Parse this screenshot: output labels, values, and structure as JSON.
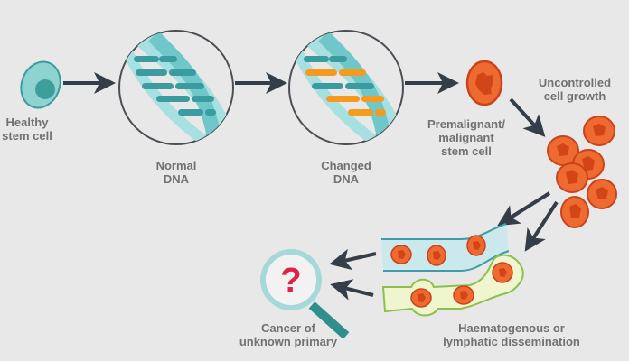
{
  "title": "Cancer of unknown primary – pathway diagram",
  "colors": {
    "background": "#e8e8e8",
    "arrow": "#333e48",
    "text": "#707173",
    "teal": "#6fc7c9",
    "teal_dark": "#3a9c9e",
    "teal_light": "#a7e0e0",
    "orange_gene": "#f39a1f",
    "cell_red": "#ee6a30",
    "cell_border": "#c9441a",
    "nucleus": "#d14516",
    "vessel_blue": "#cbe9ec",
    "vessel_blue_border": "#3e9ea8",
    "vessel_green": "#eef5cf",
    "vessel_green_border": "#8dc04a",
    "question": "#e0204a",
    "magnifier_handle": "#2f8f8d"
  },
  "nodes": {
    "healthy_cell": {
      "label_line1": "Healthy",
      "label_line2": "stem cell"
    },
    "normal_dna": {
      "label_line1": "Normal",
      "label_line2": "DNA"
    },
    "changed_dna": {
      "label_line1": "Changed",
      "label_line2": "DNA"
    },
    "malignant_cell": {
      "label_line1": "Premalignant/",
      "label_line2": "malignant",
      "label_line3": "stem cell"
    },
    "growth": {
      "label_line1": "Uncontrolled",
      "label_line2": "cell growth"
    },
    "dissemination": {
      "label_line1": "Haematogenous or",
      "label_line2": "lymphatic dissemination"
    },
    "cup": {
      "label_line1": "Cancer of",
      "label_line2": "unknown primary",
      "symbol": "?"
    }
  },
  "icons": [
    "healthy-cell-icon",
    "dna-helix-icon",
    "mutated-dna-icon",
    "cancer-cell-icon",
    "cell-cluster-icon",
    "blood-vessel-icon",
    "lymph-vessel-icon",
    "magnifier-icon",
    "arrow-icon"
  ]
}
